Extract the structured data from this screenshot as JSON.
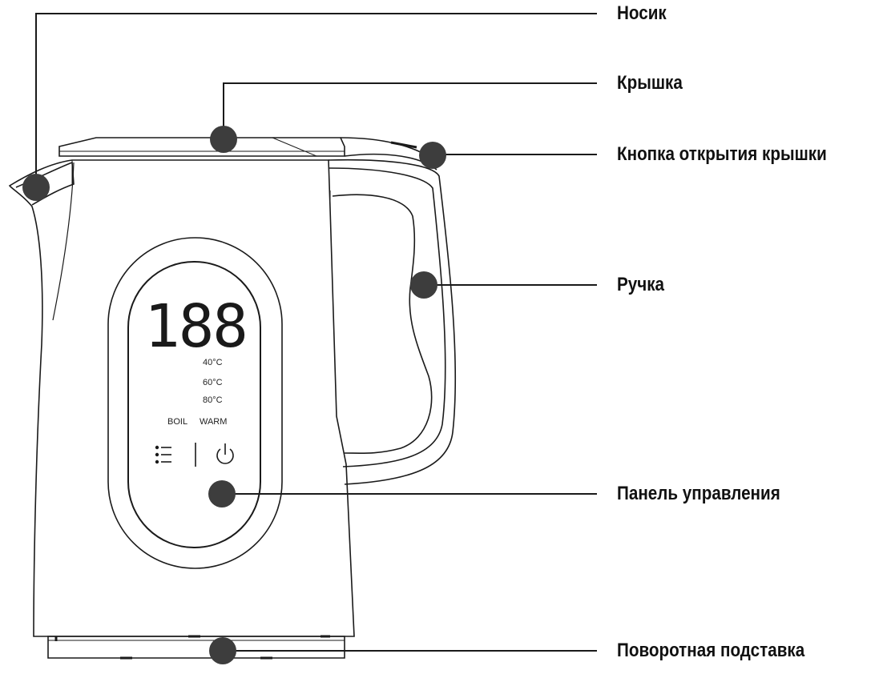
{
  "colors": {
    "outline": "#1a1a1a",
    "marker": "#3d3d3d",
    "background": "#ffffff"
  },
  "callouts": [
    {
      "id": "spout",
      "label": "Носик"
    },
    {
      "id": "lid",
      "label": "Крышка"
    },
    {
      "id": "lid-button",
      "label": "Кнопка открытия крышки"
    },
    {
      "id": "handle",
      "label": "Ручка"
    },
    {
      "id": "control-panel",
      "label": "Панель управления"
    },
    {
      "id": "base",
      "label": "Поворотная подставка"
    }
  ],
  "panel": {
    "display_digits": "188",
    "temperatures": [
      "40°C",
      "60°C",
      "80°C"
    ],
    "mode_boil": "BOIL",
    "mode_warm": "WARM",
    "menu_icon": "menu-list-icon",
    "power_icon": "power-icon"
  }
}
